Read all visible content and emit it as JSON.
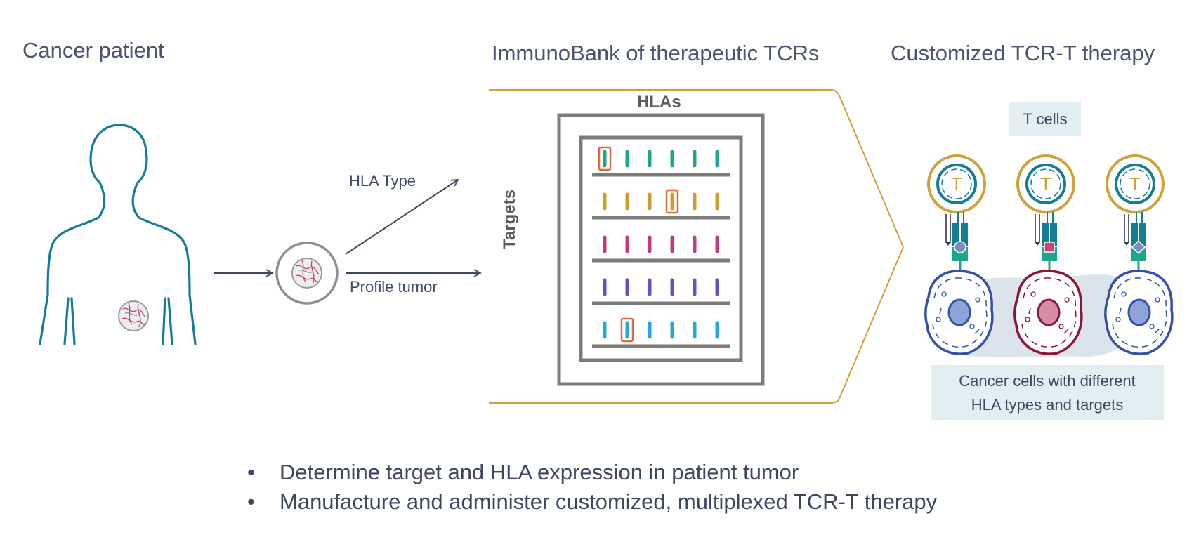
{
  "headings": {
    "patient": "Cancer patient",
    "bank": "ImmunoBank of therapeutic TCRs",
    "therapy": "Customized TCR-T therapy"
  },
  "flow": {
    "hla_type": "HLA Type",
    "profile": "Profile tumor"
  },
  "grid": {
    "hlas_label": "HLAs",
    "targets_label": "Targets",
    "rows": [
      {
        "color": "#1aa78c",
        "selected": [
          0
        ]
      },
      {
        "color": "#d49a2a",
        "selected": [
          3
        ]
      },
      {
        "color": "#c8377f",
        "selected": []
      },
      {
        "color": "#6a4fc4",
        "selected": []
      },
      {
        "color": "#20a9dd",
        "selected": [
          1
        ]
      }
    ],
    "selection_color": "#e06a3e"
  },
  "therapy": {
    "t_cells_label": "T cells",
    "t_letter": "T",
    "cancer_cells_label_line1": "Cancer cells with different",
    "cancer_cells_label_line2": "HLA types and targets"
  },
  "bullets": [
    "Determine target and HLA expression in patient tumor",
    "Manufacture and administer customized, multiplexed TCR-T therapy"
  ],
  "colors": {
    "teal": "#137d93",
    "gold": "#d2a03a",
    "navy_cell": "#3450a8",
    "maroon_cell": "#8c1436",
    "frame_gray": "#7c7c76",
    "text": "#3d4662"
  }
}
